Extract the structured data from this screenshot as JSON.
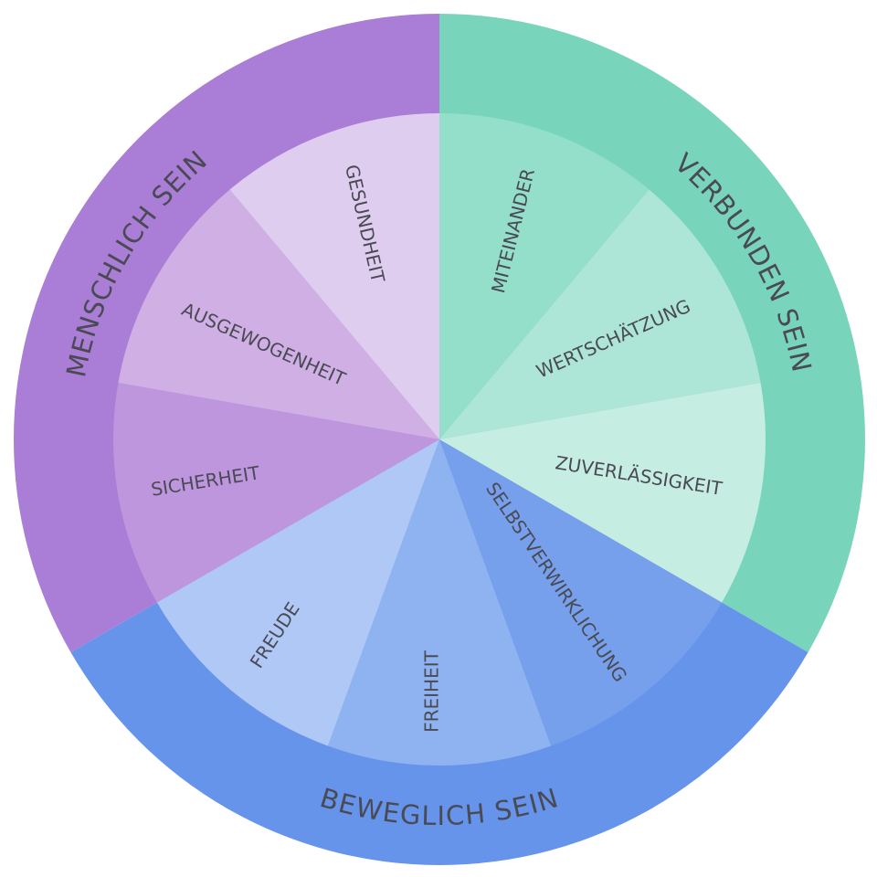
{
  "wheel": {
    "groups": [
      {
        "label": "VERBUNDEN SEIN",
        "color": "#78d5bb",
        "segments": [
          {
            "label": "MITEINANDER",
            "color": "#93dfca"
          },
          {
            "label": "WERTSCHÄTZUNG",
            "color": "#ade5d6"
          },
          {
            "label": "ZUVERLÄSSIGKEIT",
            "color": "#c6ede2"
          }
        ]
      },
      {
        "label": "BEWEGLICH SEIN",
        "color": "#6694ea",
        "segments": [
          {
            "label": "SELBSTVERWIRKLICHUNG",
            "color": "#76a0ec"
          },
          {
            "label": "FREIHEIT",
            "color": "#8fb3f1"
          },
          {
            "label": "FREUDE",
            "color": "#b0c8f5"
          }
        ]
      },
      {
        "label": "MENSCHLICH SEIN",
        "color": "#aa7dd6",
        "segments": [
          {
            "label": "SICHERHEIT",
            "color": "#be96dd"
          },
          {
            "label": "AUSGEWOGENHEIT",
            "color": "#cfafe4"
          },
          {
            "label": "GESUNDHEIT",
            "color": "#dfcdef"
          }
        ]
      }
    ]
  }
}
